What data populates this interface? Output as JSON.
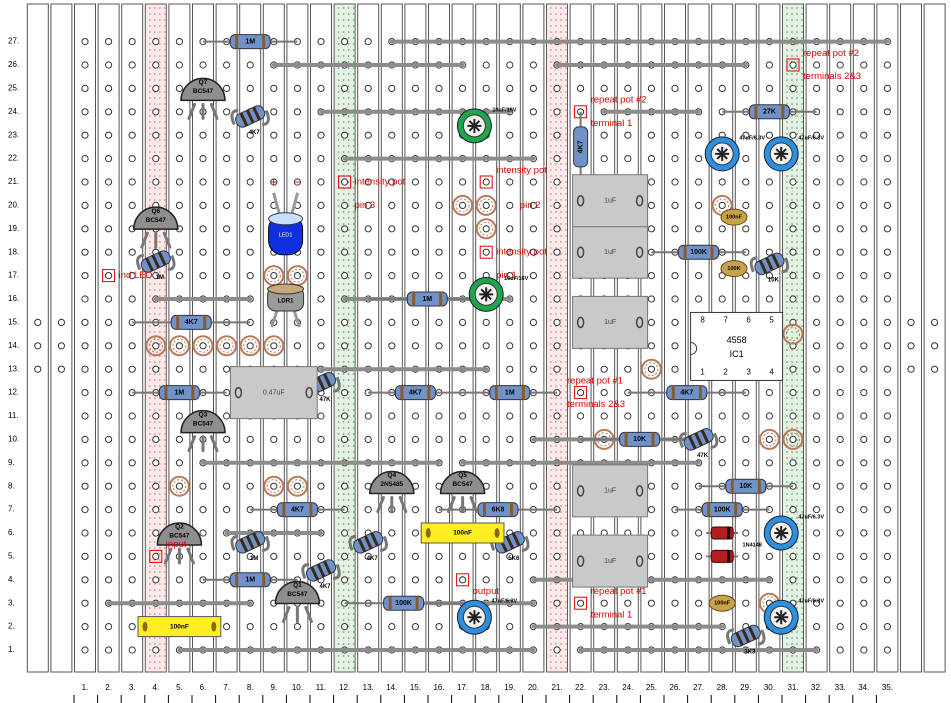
{
  "board": {
    "columns": 35,
    "rows": 27,
    "column_labels": [
      "1.",
      "2.",
      "3.",
      "4.",
      "5.",
      "6.",
      "7.",
      "8.",
      "9.",
      "10.",
      "11.",
      "12.",
      "13.",
      "14.",
      "15.",
      "16.",
      "17.",
      "18.",
      "19.",
      "20.",
      "21.",
      "22.",
      "23.",
      "24.",
      "25.",
      "26.",
      "27.",
      "28.",
      "29.",
      "30.",
      "31.",
      "32.",
      "33.",
      "34.",
      "35."
    ],
    "row_labels": [
      "1.",
      "2.",
      "3.",
      "4.",
      "5.",
      "6.",
      "7.",
      "8.",
      "9.",
      "10.",
      "11.",
      "12.",
      "13.",
      "14.",
      "15.",
      "16.",
      "17.",
      "18.",
      "19.",
      "20.",
      "21.",
      "22.",
      "23.",
      "24.",
      "25.",
      "26.",
      "27."
    ],
    "colors": {
      "strip_fill": "#ffffff",
      "strip_stroke": "#555555",
      "hole_stroke": "#333333",
      "cut_red": "#e88a8a",
      "cut_green": "#6bb06b",
      "link_wire": "#8c8c8c",
      "annotation_red": "#e00000",
      "transistor_fill": "#8e8e8e",
      "resistor_body": "#6f93c8",
      "electrolytic_blue": "#2e8fe0",
      "electrolytic_green": "#1fa64a",
      "film_cap_yellow": "#ffee22",
      "box_cap_grey": "#c9c9c9",
      "pad_brown": "#b97a5a",
      "diode_body": "#b41e1e",
      "ceramic_cap": "#c9a34a",
      "led_blue": "#1030e0"
    }
  },
  "red_cut_columns": [
    4,
    21
  ],
  "green_cut_columns": [
    12,
    31
  ],
  "annotations": [
    {
      "text": "ind LED",
      "col": 2,
      "row": 17
    },
    {
      "text": "input",
      "col": 4,
      "row": 5.5
    },
    {
      "text": "intensity pot",
      "col": 12,
      "row": 21
    },
    {
      "text": "pin 3",
      "col": 12,
      "row": 20
    },
    {
      "text": "intensity pot",
      "col": 18,
      "row": 21.5
    },
    {
      "text": "pin 2",
      "col": 19,
      "row": 20
    },
    {
      "text": "intensity pot",
      "col": 18,
      "row": 18
    },
    {
      "text": "pin 1",
      "col": 18,
      "row": 17
    },
    {
      "text": "output",
      "col": 17,
      "row": 3.5
    },
    {
      "text": "repeat pot #2",
      "col": 22,
      "row": 24.5
    },
    {
      "text": "terminal 1",
      "col": 22,
      "row": 23.5
    },
    {
      "text": "repeat pot #2",
      "col": 31,
      "row": 26.5
    },
    {
      "text": "terminals 2&3",
      "col": 31,
      "row": 25.5
    },
    {
      "text": "repeat pot #1",
      "col": 21,
      "row": 12.5
    },
    {
      "text": "terminals 2&3",
      "col": 21,
      "row": 11.5
    },
    {
      "text": "repeat pot #1",
      "col": 22,
      "row": 3.5
    },
    {
      "text": "terminal 1",
      "col": 22,
      "row": 2.5
    }
  ],
  "transistors": [
    {
      "ref": "Q7",
      "type": "BC547",
      "col": 6,
      "row": 25
    },
    {
      "ref": "Q6",
      "type": "BC547",
      "col": 4,
      "row": 19.5
    },
    {
      "ref": "Q3",
      "type": "BC547",
      "col": 6,
      "row": 10.8
    },
    {
      "ref": "Q2",
      "type": "BC547",
      "col": 5,
      "row": 6
    },
    {
      "ref": "Q1",
      "type": "BC547",
      "col": 10,
      "row": 3.5
    },
    {
      "ref": "Q4",
      "type": "2N5485",
      "col": 14,
      "row": 8.2
    },
    {
      "ref": "Q5",
      "type": "BC547",
      "col": 17,
      "row": 8.2
    }
  ],
  "resistors": [
    {
      "label": "1M",
      "c1": 6,
      "r1": 27,
      "c2": 10,
      "r2": 27
    },
    {
      "label": "4K7",
      "c1": 3,
      "r1": 15,
      "c2": 8,
      "r2": 15
    },
    {
      "label": "1M",
      "c1": 3,
      "r1": 12,
      "c2": 7,
      "r2": 12
    },
    {
      "label": "4K7",
      "c1": 8,
      "r1": 7,
      "c2": 12,
      "r2": 7
    },
    {
      "label": "1M",
      "c1": 6,
      "r1": 4,
      "c2": 10,
      "r2": 4
    },
    {
      "label": "1M",
      "c1": 13,
      "r1": 16,
      "c2": 18,
      "r2": 16
    },
    {
      "label": "4K7",
      "c1": 13,
      "r1": 12,
      "c2": 17,
      "r2": 12
    },
    {
      "label": "1M",
      "c1": 17,
      "r1": 12,
      "c2": 21,
      "r2": 12
    },
    {
      "label": "6K8",
      "c1": 16,
      "r1": 7,
      "c2": 21,
      "r2": 7
    },
    {
      "label": "100K",
      "c1": 12,
      "r1": 3,
      "c2": 17,
      "r2": 3
    },
    {
      "label": "27K",
      "c1": 28,
      "r1": 24,
      "c2": 32,
      "r2": 24
    },
    {
      "label": "100K",
      "c1": 25,
      "r1": 18,
      "c2": 29,
      "r2": 18
    },
    {
      "label": "4K7",
      "c1": 24,
      "r1": 12,
      "c2": 29,
      "r2": 12
    },
    {
      "label": "10K",
      "c1": 22,
      "r1": 10,
      "c2": 27,
      "r2": 10
    },
    {
      "label": "10K",
      "c1": 27,
      "r1": 8,
      "c2": 31,
      "r2": 8
    },
    {
      "label": "100K",
      "c1": 26,
      "r1": 7,
      "c2": 30,
      "r2": 7
    },
    {
      "label": "4K7",
      "c1": 22,
      "r1": 21,
      "c2": 22,
      "r2": 24
    }
  ],
  "standing_resistors": [
    {
      "label": "4K7",
      "col": 8,
      "row": 23.8
    },
    {
      "label": "1M",
      "col": 4,
      "row": 17.6
    },
    {
      "label": "47K",
      "col": 11,
      "row": 12.4
    },
    {
      "label": "1M",
      "col": 8,
      "row": 5.6
    },
    {
      "label": "4K7",
      "col": 11,
      "row": 4.4
    },
    {
      "label": "4K7",
      "col": 13,
      "row": 5.6
    },
    {
      "label": "5K6",
      "col": 19,
      "row": 5.6
    },
    {
      "label": "47K",
      "col": 27,
      "row": 10
    },
    {
      "label": "10K",
      "col": 30,
      "row": 17.5
    },
    {
      "label": "3K3",
      "col": 29,
      "row": 1.6
    }
  ],
  "electrolytics": [
    {
      "label": "10uF/16V",
      "col": 17.5,
      "row": 23.4,
      "ring": "green"
    },
    {
      "label": "10uF/16V",
      "col": 18,
      "row": 16.2,
      "ring": "green"
    },
    {
      "label": "47uF/6.3V",
      "col": 28,
      "row": 22.2,
      "ring": "blue"
    },
    {
      "label": "47uF/6.3V",
      "col": 30.5,
      "row": 22.2,
      "ring": "blue"
    },
    {
      "label": "47uF/6.3V",
      "col": 30.5,
      "row": 6,
      "ring": "blue"
    },
    {
      "label": "47uF/6.3V",
      "col": 17.5,
      "row": 2.4,
      "ring": "blue"
    },
    {
      "label": "47uF/6.3V",
      "col": 30.5,
      "row": 2.4,
      "ring": "blue"
    }
  ],
  "box_caps": [
    {
      "label": "0.47uF",
      "c1": 7.5,
      "c2": 10.5,
      "row": 12
    },
    {
      "label": "1uF",
      "c1": 22,
      "c2": 24.5,
      "row": 18
    },
    {
      "label": "1uF",
      "c1": 22,
      "c2": 24.5,
      "row": 15
    },
    {
      "label": "1uF",
      "c1": 22,
      "c2": 24.5,
      "row": 7.8
    },
    {
      "label": "1uF",
      "c1": 22,
      "c2": 24.5,
      "row": 4.8
    },
    {
      "label": "1uF",
      "c1": 22,
      "c2": 24.5,
      "row": 20.2
    }
  ],
  "film_caps": [
    {
      "label": "100nF",
      "c1": 3.5,
      "c2": 6.5,
      "row": 2
    },
    {
      "label": "100nF",
      "c1": 15.5,
      "c2": 18.5,
      "row": 6
    }
  ],
  "ceramic_caps": [
    {
      "label": "100nF",
      "col": 28.5,
      "row": 19.5
    },
    {
      "label": "100K",
      "col": 28.5,
      "row": 17.3
    },
    {
      "label": "100nF",
      "col": 28,
      "row": 3
    }
  ],
  "diodes": [
    {
      "label": "1N4148",
      "col": 28,
      "row": 6
    },
    {
      "label": "",
      "col": 28,
      "row": 5
    }
  ],
  "ic": {
    "ref": "IC1",
    "type": "4558",
    "pins_top": [
      "8",
      "7",
      "6",
      "5"
    ],
    "pins_bottom": [
      "1",
      "2",
      "3",
      "4"
    ],
    "col": 27,
    "row": 14.4
  },
  "led": {
    "label": "LED1",
    "plus": "+",
    "minus": "−",
    "col": 9.5,
    "row": 19
  },
  "ldr": {
    "label": "LDR1",
    "col": 9.5,
    "row": 16
  },
  "links": [
    {
      "c1": 14,
      "c2": 35,
      "row": 27
    },
    {
      "c1": 9,
      "c2": 17,
      "row": 26
    },
    {
      "c1": 21,
      "c2": 29,
      "row": 26
    },
    {
      "c1": 11,
      "c2": 19,
      "row": 24
    },
    {
      "c1": 23,
      "c2": 27,
      "row": 24
    },
    {
      "c1": 12,
      "c2": 20,
      "row": 22
    },
    {
      "c1": 4,
      "c2": 8,
      "row": 16
    },
    {
      "c1": 12,
      "c2": 19,
      "row": 16
    },
    {
      "c1": 11,
      "c2": 18,
      "row": 13
    },
    {
      "c1": 20,
      "c2": 27,
      "row": 10
    },
    {
      "c1": 6,
      "c2": 16,
      "row": 9
    },
    {
      "c1": 17,
      "c2": 27,
      "row": 9
    },
    {
      "c1": 7,
      "c2": 11,
      "row": 6
    },
    {
      "c1": 20,
      "c2": 30,
      "row": 4
    },
    {
      "c1": 14,
      "c2": 20,
      "row": 3
    },
    {
      "c1": 2,
      "c2": 8,
      "row": 3
    },
    {
      "c1": 20,
      "c2": 28,
      "row": 2
    },
    {
      "c1": 5,
      "c2": 20,
      "row": 1
    },
    {
      "c1": 22,
      "c2": 32,
      "row": 1
    }
  ],
  "pads": [
    {
      "col": 4,
      "row": 14
    },
    {
      "col": 5,
      "row": 14
    },
    {
      "col": 6,
      "row": 14
    },
    {
      "col": 7,
      "row": 14
    },
    {
      "col": 8,
      "row": 14
    },
    {
      "col": 9,
      "row": 14
    },
    {
      "col": 10,
      "row": 17
    },
    {
      "col": 9,
      "row": 17
    },
    {
      "col": 17,
      "row": 20
    },
    {
      "col": 18,
      "row": 20
    },
    {
      "col": 18,
      "row": 19
    },
    {
      "col": 25,
      "row": 13
    },
    {
      "col": 9,
      "row": 8
    },
    {
      "col": 10,
      "row": 8
    },
    {
      "col": 5,
      "row": 8
    },
    {
      "col": 28,
      "row": 14.5
    },
    {
      "col": 29,
      "row": 14.5
    },
    {
      "col": 30,
      "row": 14.5
    },
    {
      "col": 31,
      "row": 14.5
    },
    {
      "col": 28,
      "row": 20
    },
    {
      "col": 30,
      "row": 3
    },
    {
      "col": 30,
      "row": 10
    },
    {
      "col": 23,
      "row": 10
    },
    {
      "col": 31,
      "row": 10
    }
  ],
  "pot_pads": [
    {
      "col": 2,
      "row": 17
    },
    {
      "col": 4,
      "row": 5
    },
    {
      "col": 12,
      "row": 21
    },
    {
      "col": 18,
      "row": 21
    },
    {
      "col": 18,
      "row": 18
    },
    {
      "col": 17,
      "row": 4
    },
    {
      "col": 22,
      "row": 24
    },
    {
      "col": 31,
      "row": 26
    },
    {
      "col": 22,
      "row": 12
    },
    {
      "col": 22,
      "row": 3
    }
  ]
}
